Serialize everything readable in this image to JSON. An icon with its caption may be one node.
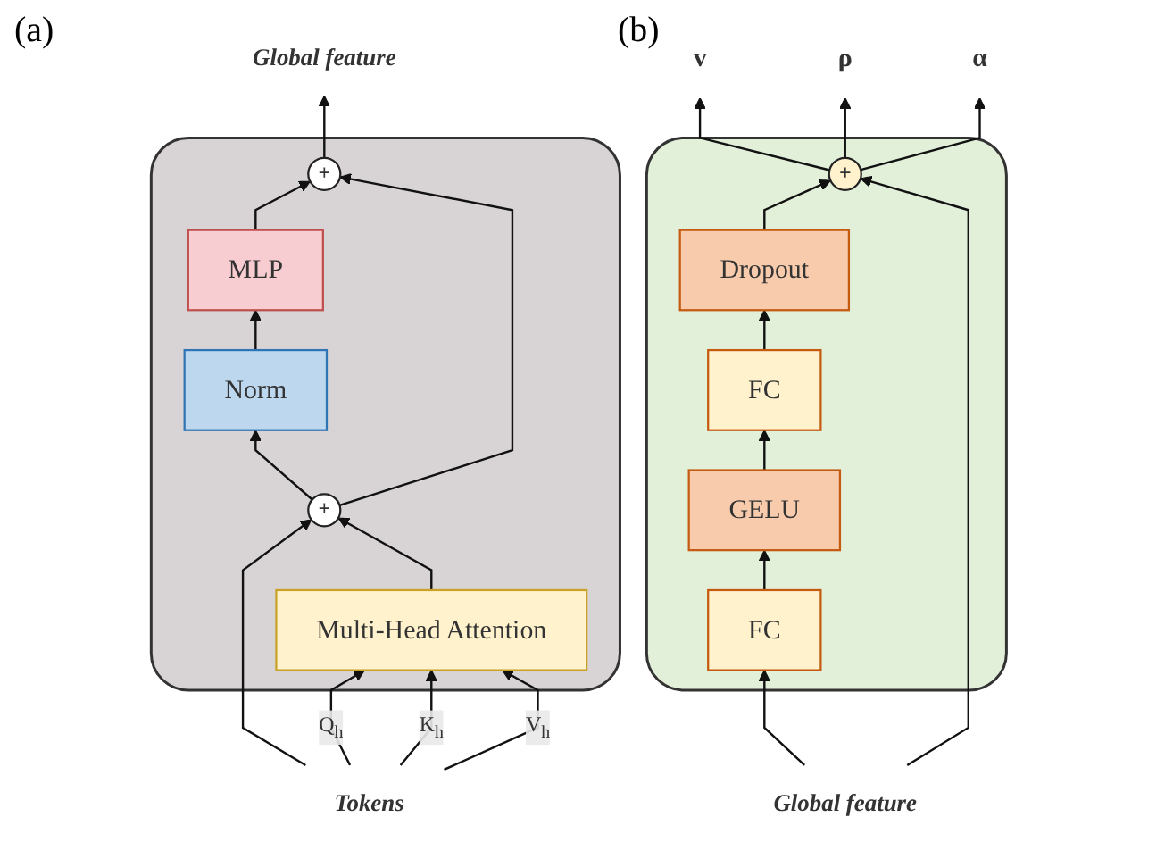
{
  "diagram": {
    "nodes": [
      {
        "text": [
          "Global feature"
        ]
      },
      {
        "text": [],
        "shape": "box"
      },
      {
        "text": [
          "+"
        ],
        "in": 1
      },
      {
        "text": [
          "MLP"
        ],
        "in": 1
      },
      {
        "text": [
          "Norm"
        ],
        "in": 1
      },
      {
        "text": [
          "+"
        ],
        "in": 1
      },
      {
        "text": [
          "Multi-Head Attention"
        ],
        "in": 1
      },
      {
        "text": [
          "Tokens"
        ]
      },
      {
        "text": [
          "v"
        ]
      },
      {
        "text": [
          "ρ"
        ]
      },
      {
        "text": [
          "α"
        ]
      },
      {
        "text": [],
        "shape": "box"
      },
      {
        "text": [
          "+"
        ],
        "in": 11
      },
      {
        "text": [
          "Dropout"
        ],
        "in": 11
      },
      {
        "text": [
          "FC"
        ],
        "in": 11
      },
      {
        "text": [
          "GELU"
        ],
        "in": 11
      },
      {
        "text": [
          "FC"
        ],
        "in": 11
      },
      {
        "text": [
          "Global feature"
        ]
      }
    ],
    "edges": [
      {
        "from": 7,
        "to": 6,
        "arrow": "to",
        "label": "Q$_{h}$"
      },
      {
        "from": 7,
        "to": 6,
        "arrow": "to",
        "label": "K$_{h}$"
      },
      {
        "from": 7,
        "to": 6,
        "arrow": "to",
        "label": "V$_{h}$"
      },
      {
        "from": 7,
        "to": 5,
        "arrow": "to"
      },
      {
        "from": 6,
        "to": 5,
        "arrow": "to"
      },
      {
        "from": 5,
        "to": 4,
        "arrow": "to"
      },
      {
        "from": 4,
        "to": 3,
        "arrow": "to"
      },
      {
        "from": 3,
        "to": 2,
        "arrow": "to"
      },
      {
        "from": 5,
        "to": 2,
        "arrow": "to"
      },
      {
        "from": 2,
        "to": 0,
        "arrow": "to"
      },
      {
        "from": 17,
        "to": 16,
        "arrow": "to"
      },
      {
        "from": 16,
        "to": 15,
        "arrow": "to"
      },
      {
        "from": 15,
        "to": 14,
        "arrow": "to"
      },
      {
        "from": 14,
        "to": 13,
        "arrow": "to"
      },
      {
        "from": 13,
        "to": 12,
        "arrow": "to"
      },
      {
        "from": 17,
        "to": 12,
        "arrow": "to"
      },
      {
        "from": 12,
        "to": 8,
        "arrow": "to"
      },
      {
        "from": 12,
        "to": 9,
        "arrow": "to"
      },
      {
        "from": 12,
        "to": 10,
        "arrow": "to"
      }
    ],
    "labels": [
      "(a)",
      "(b)"
    ]
  }
}
